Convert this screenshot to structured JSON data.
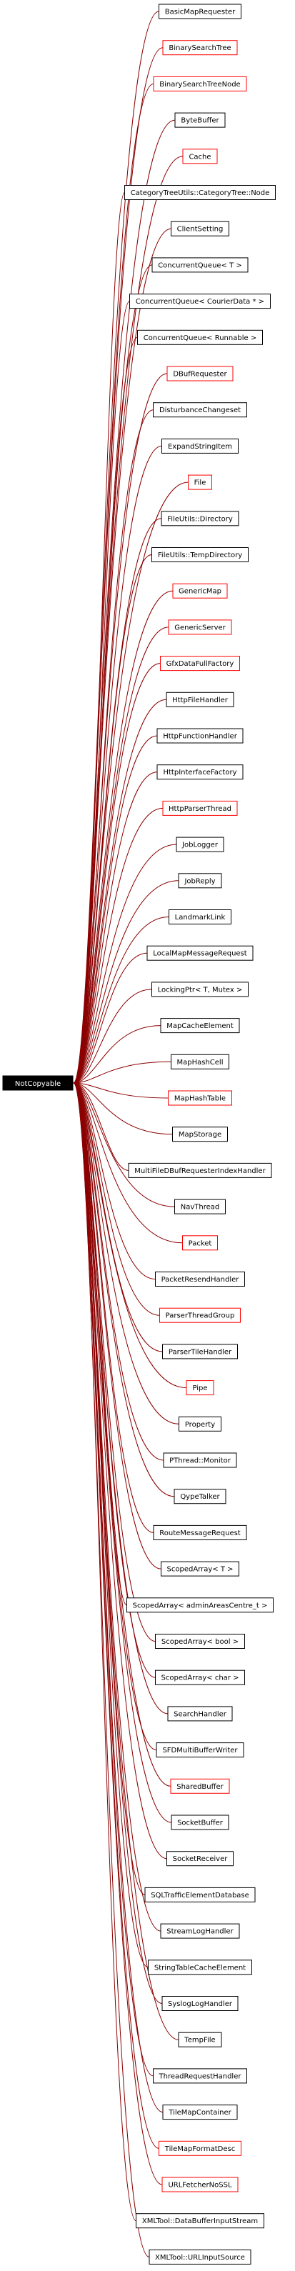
{
  "root": {
    "label": "NotCopyable"
  },
  "colors": {
    "edge": "#8b0000",
    "linked_border": "#ff0000",
    "plain_border": "#000000",
    "root_fill": "#000000",
    "root_text": "#ffffff"
  },
  "nodes": [
    {
      "label": "BasicMapRequester",
      "linked": false
    },
    {
      "label": "BinarySearchTree",
      "linked": true
    },
    {
      "label": "BinarySearchTreeNode",
      "linked": true
    },
    {
      "label": "ByteBuffer",
      "linked": false
    },
    {
      "label": "Cache",
      "linked": true
    },
    {
      "label": "CategoryTreeUtils::CategoryTree::Node",
      "linked": false
    },
    {
      "label": "ClientSetting",
      "linked": false
    },
    {
      "label": "ConcurrentQueue< T >",
      "linked": false
    },
    {
      "label": "ConcurrentQueue< CourierData * >",
      "linked": false
    },
    {
      "label": "ConcurrentQueue< Runnable >",
      "linked": false
    },
    {
      "label": "DBufRequester",
      "linked": true
    },
    {
      "label": "DisturbanceChangeset",
      "linked": false
    },
    {
      "label": "ExpandStringItem",
      "linked": false
    },
    {
      "label": "File",
      "linked": true
    },
    {
      "label": "FileUtils::Directory",
      "linked": false
    },
    {
      "label": "FileUtils::TempDirectory",
      "linked": false
    },
    {
      "label": "GenericMap",
      "linked": true
    },
    {
      "label": "GenericServer",
      "linked": true
    },
    {
      "label": "GfxDataFullFactory",
      "linked": true
    },
    {
      "label": "HttpFileHandler",
      "linked": false
    },
    {
      "label": "HttpFunctionHandler",
      "linked": false
    },
    {
      "label": "HttpInterfaceFactory",
      "linked": false
    },
    {
      "label": "HttpParserThread",
      "linked": true
    },
    {
      "label": "JobLogger",
      "linked": false
    },
    {
      "label": "JobReply",
      "linked": false
    },
    {
      "label": "LandmarkLink",
      "linked": false
    },
    {
      "label": "LocalMapMessageRequest",
      "linked": false
    },
    {
      "label": "LockingPtr< T, Mutex >",
      "linked": false
    },
    {
      "label": "MapCacheElement",
      "linked": false
    },
    {
      "label": "MapHashCell",
      "linked": false
    },
    {
      "label": "MapHashTable",
      "linked": true
    },
    {
      "label": "MapStorage",
      "linked": false
    },
    {
      "label": "MultiFileDBufRequesterIndexHandler",
      "linked": false
    },
    {
      "label": "NavThread",
      "linked": false
    },
    {
      "label": "Packet",
      "linked": true
    },
    {
      "label": "PacketResendHandler",
      "linked": false
    },
    {
      "label": "ParserThreadGroup",
      "linked": true
    },
    {
      "label": "ParserTileHandler",
      "linked": false
    },
    {
      "label": "Pipe",
      "linked": true
    },
    {
      "label": "Property",
      "linked": false
    },
    {
      "label": "PThread::Monitor",
      "linked": false
    },
    {
      "label": "QypeTalker",
      "linked": false
    },
    {
      "label": "RouteMessageRequest",
      "linked": false
    },
    {
      "label": "ScopedArray< T >",
      "linked": false
    },
    {
      "label": "ScopedArray< adminAreasCentre_t >",
      "linked": false
    },
    {
      "label": "ScopedArray< bool >",
      "linked": false
    },
    {
      "label": "ScopedArray< char >",
      "linked": false
    },
    {
      "label": "SearchHandler",
      "linked": false
    },
    {
      "label": "SFDMultiBufferWriter",
      "linked": false
    },
    {
      "label": "SharedBuffer",
      "linked": true
    },
    {
      "label": "SocketBuffer",
      "linked": false
    },
    {
      "label": "SocketReceiver",
      "linked": false
    },
    {
      "label": "SQLTrafficElementDatabase",
      "linked": false
    },
    {
      "label": "StreamLogHandler",
      "linked": false
    },
    {
      "label": "StringTableCacheElement",
      "linked": false
    },
    {
      "label": "SyslogLogHandler",
      "linked": false
    },
    {
      "label": "TempFile",
      "linked": false
    },
    {
      "label": "ThreadRequestHandler",
      "linked": false
    },
    {
      "label": "TileMapContainer",
      "linked": false
    },
    {
      "label": "TileMapFormatDesc",
      "linked": true
    },
    {
      "label": "URLFetcherNoSSL",
      "linked": true
    },
    {
      "label": "XMLTool::DataBufferInputStream",
      "linked": false
    },
    {
      "label": "XMLTool::URLInputSource",
      "linked": false
    }
  ]
}
